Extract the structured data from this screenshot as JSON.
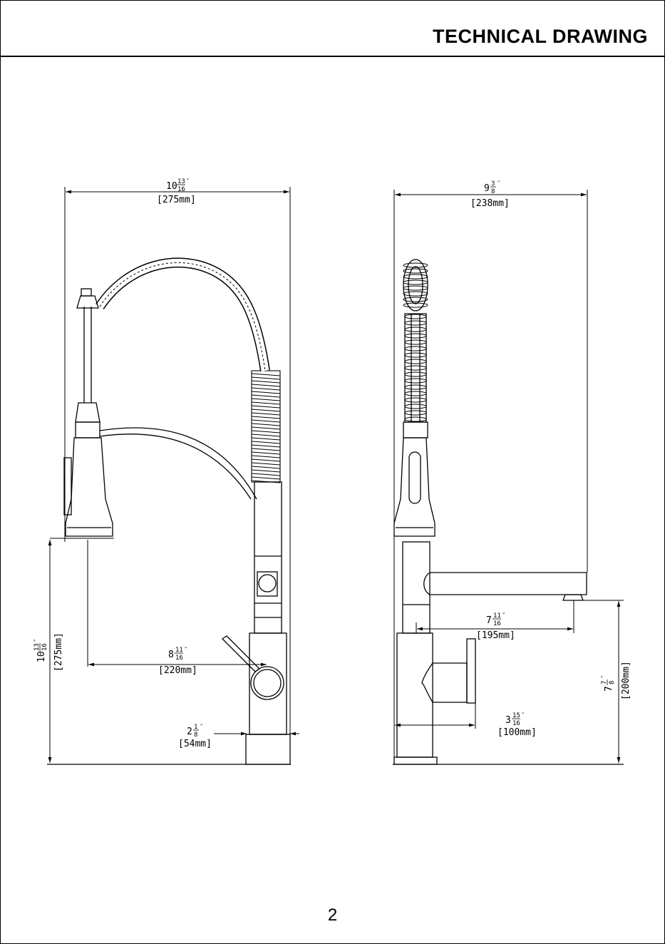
{
  "header": {
    "title": "TECHNICAL DRAWING"
  },
  "footer": {
    "page_number": "2"
  },
  "left_view": {
    "overall_width": {
      "whole": "10",
      "num": "13",
      "den": "16",
      "inch": "″",
      "mm": "[275mm]"
    },
    "outlet_height": {
      "whole": "10",
      "num": "13",
      "den": "16",
      "inch": "″",
      "mm": "[275mm]"
    },
    "reach": {
      "whole": "8",
      "num": "11",
      "den": "16",
      "inch": "″",
      "mm": "[220mm]"
    },
    "base_diameter": {
      "whole": "2",
      "num": "1",
      "den": "8",
      "inch": "″",
      "mm": "[54mm]"
    }
  },
  "right_view": {
    "overall_width": {
      "whole": "9",
      "num": "3",
      "den": "8",
      "inch": "″",
      "mm": "[238mm]"
    },
    "spout_reach": {
      "whole": "7",
      "num": "11",
      "den": "16",
      "inch": "″",
      "mm": "[195mm]"
    },
    "spout_height": {
      "whole": "7",
      "num": "7",
      "den": "8",
      "inch": "″",
      "mm": "[200mm]"
    },
    "handle_reach": {
      "whole": "3",
      "num": "15",
      "den": "16",
      "inch": "″",
      "mm": "[100mm]"
    }
  }
}
